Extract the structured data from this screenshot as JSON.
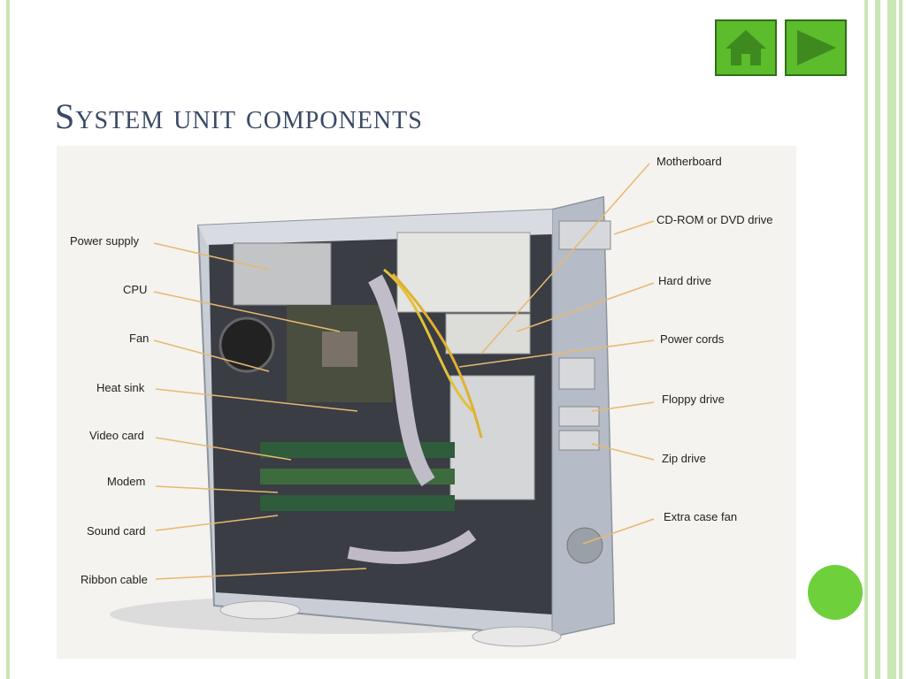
{
  "slide": {
    "title": "System unit components"
  },
  "nav": {
    "home_icon": "home-icon",
    "next_icon": "play-arrow-icon",
    "accent_color": "#5cbc2c"
  },
  "diagram": {
    "labels_left": [
      "Power supply",
      "CPU",
      "Fan",
      "Heat sink",
      "Video card",
      "Modem",
      "Sound card",
      "Ribbon cable"
    ],
    "labels_right": [
      "Motherboard",
      "CD-ROM or DVD drive",
      "Hard drive",
      "Power cords",
      "Floppy drive",
      "Zip drive",
      "Extra case fan"
    ]
  }
}
